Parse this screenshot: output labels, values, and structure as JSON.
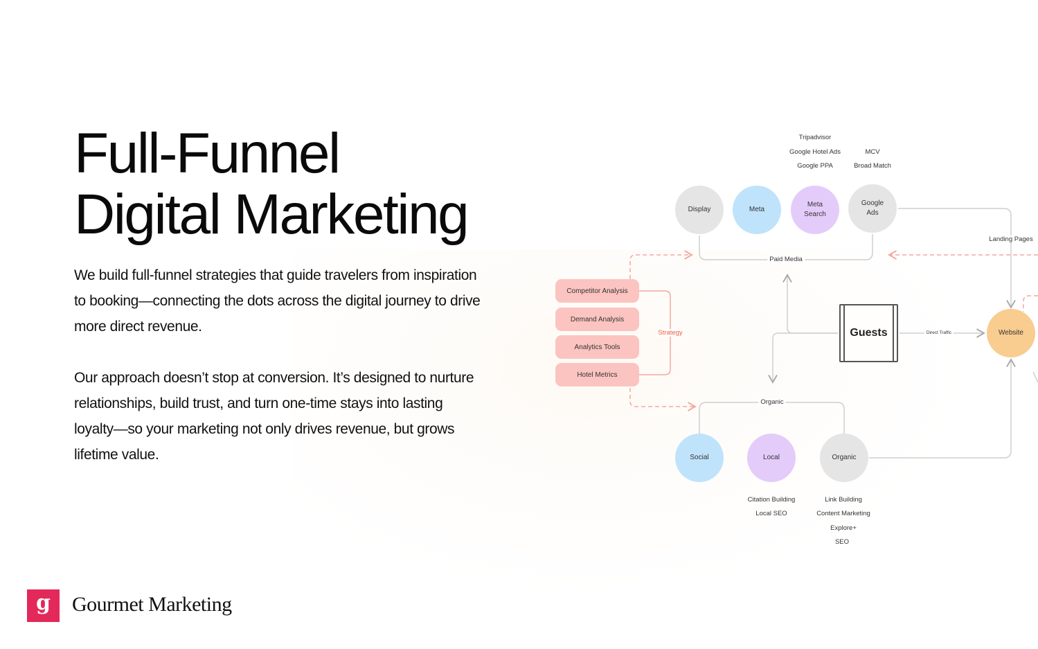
{
  "title": {
    "line1": "Full-Funnel",
    "line2": "Digital Marketing"
  },
  "paragraphs": [
    "We build full-funnel strategies that guide travelers from inspiration to booking—connecting the dots across the digital journey to drive more direct revenue.",
    "Our approach doesn’t stop at conversion. It’s designed to nurture relationships, build trust, and turn one-time stays into lasting loyalty—so your marketing not only drives revenue, but grows lifetime value."
  ],
  "brand": {
    "mark": "g",
    "name": "Gourmet Marketing",
    "color": "#e3285a"
  },
  "diagram": {
    "paid": {
      "label": "Paid Media",
      "nodes": [
        "Display",
        "Meta",
        "Meta Search",
        "Google Ads"
      ],
      "meta_search_items": [
        "Tripadvisor",
        "Google Hotel Ads",
        "Google PPA"
      ],
      "google_ads_items": [
        "MCV",
        "Broad Match"
      ]
    },
    "landing_pages": "Landing Pages",
    "strategy": {
      "label": "Strategy",
      "items": [
        "Competitor Analysis",
        "Demand Analysis",
        "Analytics Tools",
        "Hotel Metrics"
      ]
    },
    "guests": "Guests",
    "direct_traffic": "Direct Traffic",
    "website": "Website",
    "organic": {
      "label": "Organic",
      "nodes": [
        "Social",
        "Local",
        "Organic"
      ],
      "local_items": [
        "Citation Building",
        "Local SEO"
      ],
      "organic_items": [
        "Link Building",
        "Content Marketing",
        "Explore+",
        "SEO"
      ]
    }
  }
}
